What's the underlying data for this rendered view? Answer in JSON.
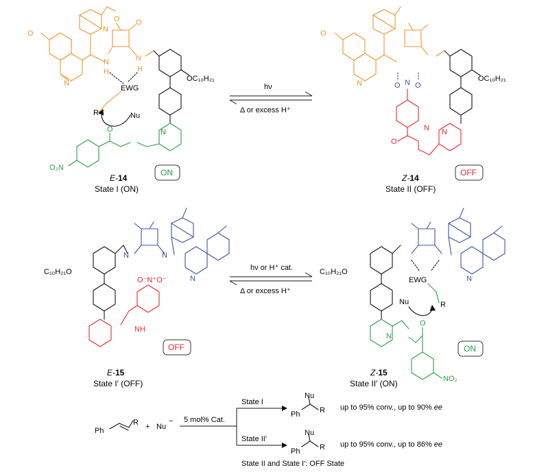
{
  "colors": {
    "cinchona_squaramide_on": "#f0932b",
    "cinchona_squaramide_off": "#3a53a4",
    "hydrazone_off": "#e8282c",
    "hydrazone_on": "#2a9a48",
    "biaryl": "#111111"
  },
  "top": {
    "left": {
      "name_prefix": "E-",
      "name_num": "14",
      "state": "State I (ON)",
      "badge": "ON",
      "labels": {
        "ewg": "EWG",
        "r": "R",
        "nu": "Nu",
        "no2": "O₂N",
        "oalkyl": "OC₁₀H₂₁",
        "n": "N",
        "h": "H",
        "o": "O"
      }
    },
    "arrow_top": "hν",
    "arrow_bottom": "Δ or excess H⁺",
    "right": {
      "name_prefix": "Z-",
      "name_num": "14",
      "state": "State II (OFF)",
      "badge": "OFF",
      "labels": {
        "oalkyl": "OC₁₀H₂₁",
        "nitro_o1": "O",
        "nitro_n": "N",
        "nitro_o2": "O"
      }
    }
  },
  "middle": {
    "left": {
      "name_prefix": "E-",
      "name_num": "15",
      "state": "State I′ (OFF)",
      "badge": "OFF",
      "labels": {
        "oalkyl": "C₁₀H₂₁O",
        "nh": "NH"
      }
    },
    "arrow_top": "hν or H⁺ cat.",
    "arrow_bottom": "Δ or excess H⁺",
    "right": {
      "name_prefix": "Z-",
      "name_num": "15",
      "state": "State II′ (ON)",
      "badge": "ON",
      "labels": {
        "oalkyl": "C₁₀H₂₁O",
        "ewg": "EWG",
        "nu": "Nu",
        "r": "R",
        "no2": "NO₂"
      }
    }
  },
  "reaction": {
    "reactant_ph": "Ph",
    "reactant_r": "R",
    "plus": "+",
    "nu": "Nu",
    "catalyst": "5 mol% Cat.",
    "branch_top_label": "State I",
    "branch_bottom_label": "State II′",
    "product_nu": "Nu",
    "product_ph": "Ph",
    "product_r": "R",
    "result_top_main": "up to 95% conv., up to 90% ",
    "result_top_ee": "ee",
    "result_bottom_main": "up to 95% conv., up to 86% ",
    "result_bottom_ee": "ee",
    "footer": "State II and State I′: OFF State"
  }
}
